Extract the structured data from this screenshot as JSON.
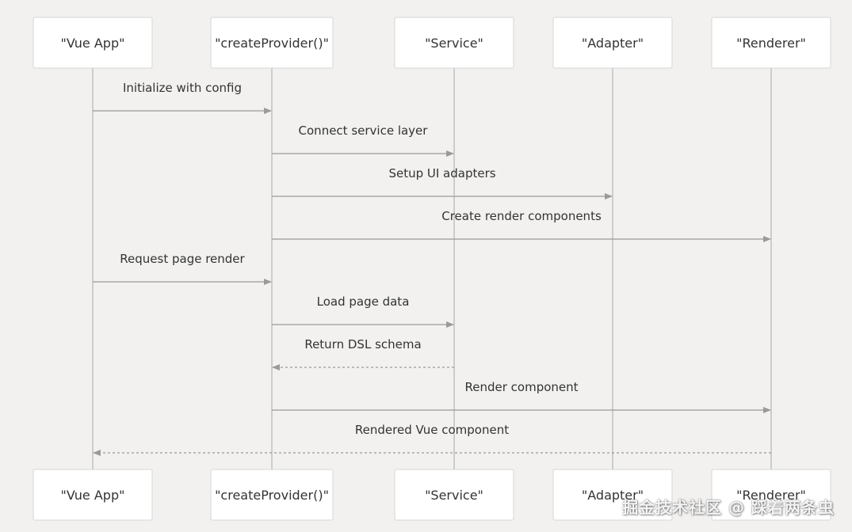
{
  "participants": [
    {
      "id": "vue",
      "label": "\"Vue App\""
    },
    {
      "id": "provider",
      "label": "\"createProvider()\""
    },
    {
      "id": "service",
      "label": "\"Service\""
    },
    {
      "id": "adapter",
      "label": "\"Adapter\""
    },
    {
      "id": "renderer",
      "label": "\"Renderer\""
    }
  ],
  "messages": [
    {
      "from": "vue",
      "to": "provider",
      "label": "Initialize with config",
      "style": "solid"
    },
    {
      "from": "provider",
      "to": "service",
      "label": "Connect service layer",
      "style": "solid"
    },
    {
      "from": "provider",
      "to": "adapter",
      "label": "Setup UI adapters",
      "style": "solid"
    },
    {
      "from": "provider",
      "to": "renderer",
      "label": "Create render components",
      "style": "solid"
    },
    {
      "from": "vue",
      "to": "provider",
      "label": "Request page render",
      "style": "solid"
    },
    {
      "from": "provider",
      "to": "service",
      "label": "Load page data",
      "style": "solid"
    },
    {
      "from": "service",
      "to": "provider",
      "label": "Return DSL schema",
      "style": "dashed"
    },
    {
      "from": "provider",
      "to": "renderer",
      "label": "Render component",
      "style": "solid"
    },
    {
      "from": "renderer",
      "to": "vue",
      "label": "Rendered Vue component",
      "style": "dashed"
    }
  ],
  "watermark": "掘金技术社区 @ 踩着两条虫"
}
